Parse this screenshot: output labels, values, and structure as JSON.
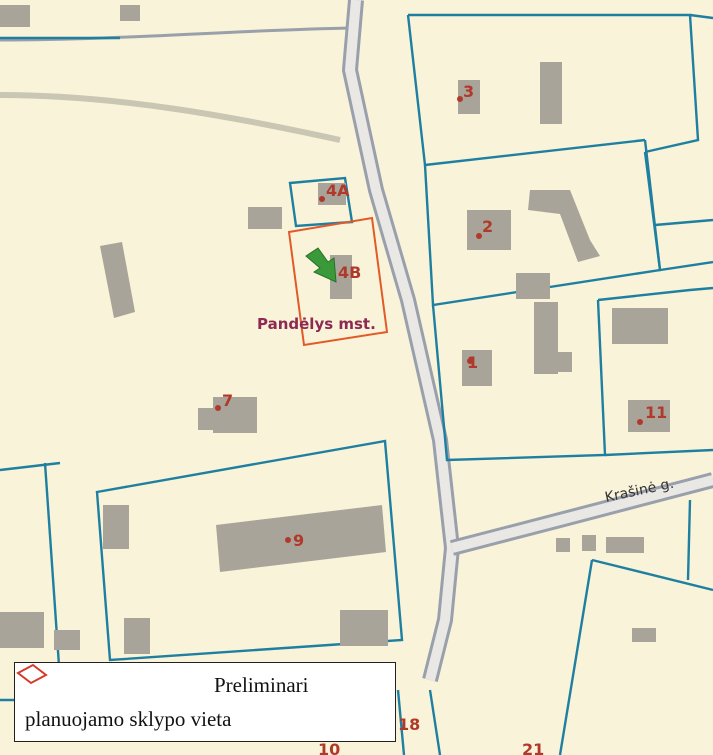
{
  "map": {
    "place_name": "Pandėlys mst.",
    "street_name": "Krašinė g.",
    "highlighted_plot_label": "4B",
    "parcel_numbers": [
      "3",
      "4A",
      "2",
      "1",
      "11",
      "7",
      "9",
      "18",
      "10",
      "21"
    ],
    "colors": {
      "background": "#f8f3d9",
      "parcel_border": "#1f7fa0",
      "building": "#a9a49a",
      "road": "#9aa0ab",
      "planned_plot": "#e25a2a",
      "arrow": "#3a9a3a",
      "parcel_label": "#b0392b",
      "place_label": "#8e2a52"
    },
    "icons": {
      "direction_arrow": "green-arrow-icon",
      "plot_marker": "red-diamond-icon"
    }
  },
  "legend": {
    "line1": "Preliminari",
    "line2": "planuojamo sklypo vieta"
  }
}
